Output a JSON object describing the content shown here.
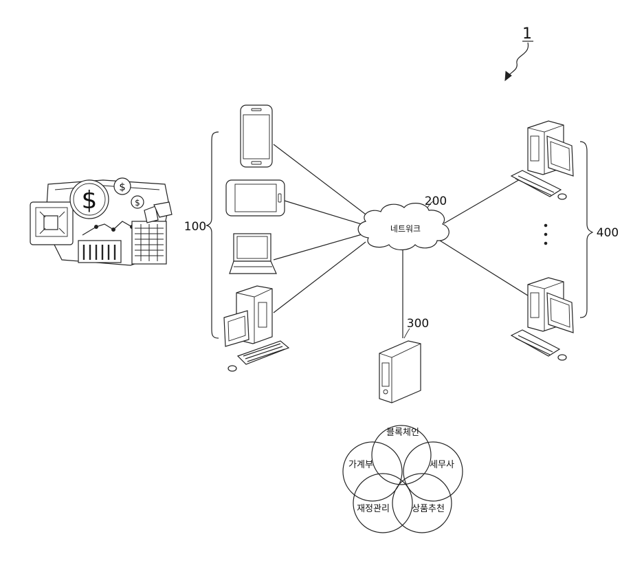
{
  "figure": {
    "system_ref": "1",
    "client_group_ref": "100",
    "network_ref": "200",
    "network_label": "네트워크",
    "server_ref": "300",
    "partner_group_ref": "400",
    "services": [
      "블록체인",
      "가계부",
      "세무사",
      "재정관리",
      "상품추천"
    ]
  }
}
